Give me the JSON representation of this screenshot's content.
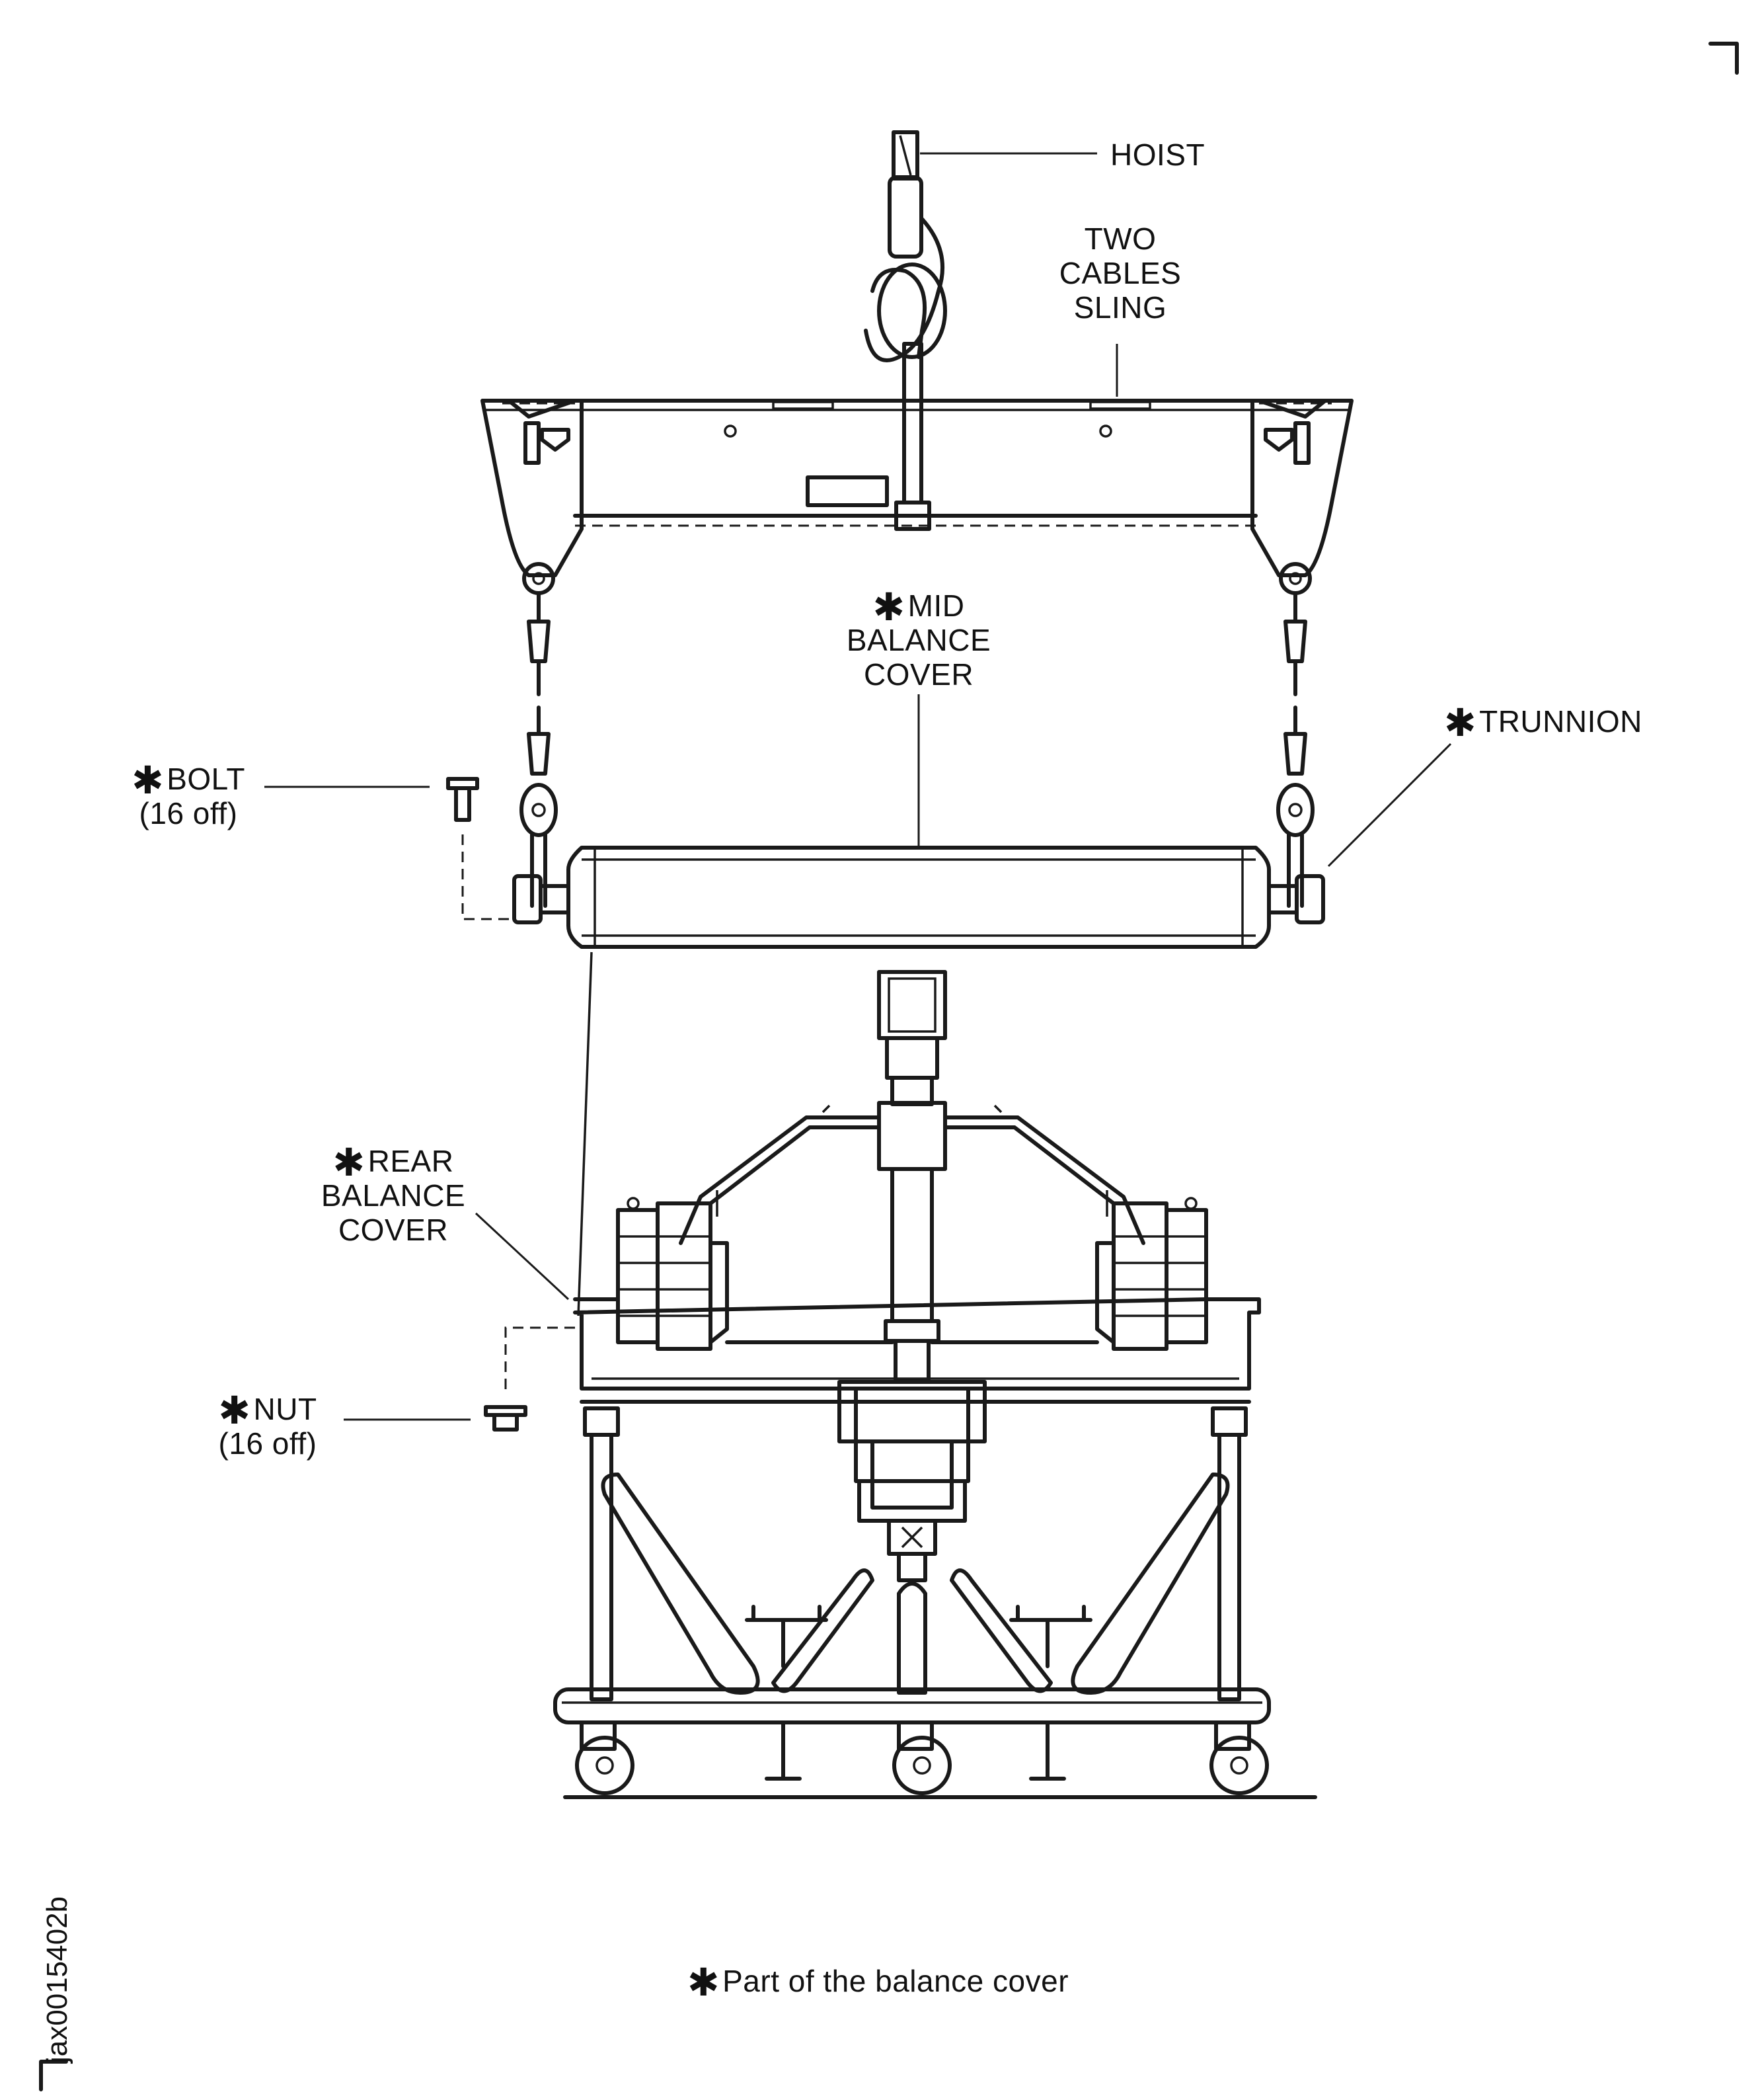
{
  "labels": {
    "asterisk": "✱",
    "hoist": "HOIST",
    "two_cables_sling": [
      "TWO",
      "CABLES",
      "SLING"
    ],
    "mid_balance_cover": [
      "MID",
      "BALANCE",
      "COVER"
    ],
    "trunnion": "TRUNNION",
    "bolt": [
      "BOLT",
      "(16 off)"
    ],
    "rear_balance_cover": [
      "REAR",
      "BALANCE",
      "COVER"
    ],
    "nut": [
      "NUT",
      "(16 off)"
    ]
  },
  "footnote": "Part of the balance cover",
  "figure_id": "jax0015402b"
}
